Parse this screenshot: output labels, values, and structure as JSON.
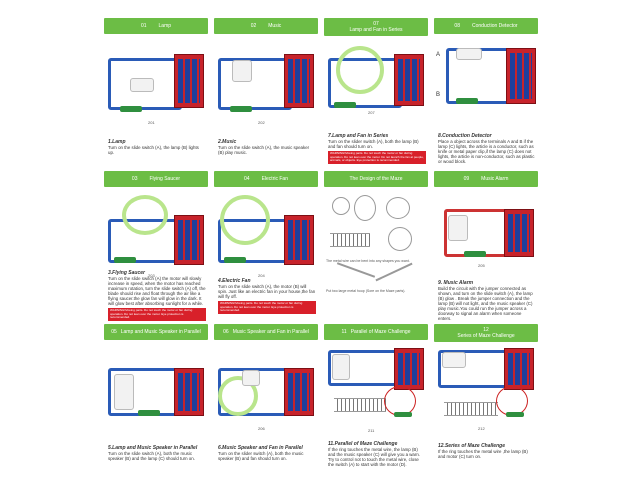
{
  "cards": [
    {
      "header": [
        "01",
        "Lamp"
      ],
      "fig": "201",
      "title": "1.Lamp",
      "text": "Turn on the slide switch (A), the lamp (B) lights up."
    },
    {
      "header": [
        "02",
        "Music"
      ],
      "fig": "202",
      "title": "2.Music",
      "text": "Turn on the slide switch (A), the music speaker (B) play music."
    },
    {
      "header": [
        "07",
        "Lamp and Fan in Series"
      ],
      "fig": "207",
      "title": "7.Lamp and Fan in Series",
      "text": "Turn on the slider switch (A), both the lamp (B) and fan should turn on.",
      "warn": "WARNING!Moving parts. Do not touch the motor or fan during operation. Do not lean over the motor. Do not launch the fan at people, animals, or objects. Eye protection is recommended."
    },
    {
      "header": [
        "08",
        "Conduction Detector"
      ],
      "fig": "",
      "title": "8.Conduction Detector",
      "text": "Place a object across the terminals A and B if the lamp (C) lights, the article is a conductor, such as knife or metal paper clip,if the lamp (C) does not lights, the article is non-conductor, such as plastic or wood block.",
      "labels": [
        "A",
        "B"
      ]
    },
    {
      "header": [
        "03",
        "Flying Saucer"
      ],
      "fig": "203",
      "title": "3.Flying Saucer",
      "text": "Turn on the slide switch (A) the motor will slowly increase in speed, when the motor has reached maximum rotation, turn the slide switch (A) off, the blade should rise and float through the air like a flying saucer.the glow fan will glow in the dark. It will glow best after absorbing sunlight for a while.",
      "warn": "WARNING!Moving parts. Do not touch the motor or fan during operation. Do not lean over the motor. Eye protection is recommended."
    },
    {
      "header": [
        "04",
        "Electric Fan"
      ],
      "fig": "204",
      "title": "4.Electric Fan",
      "text": "Turn on the slide switch (A), the motor (B) will spin. Just like an electric fan in your house,the fan will fly off.",
      "warn": "WARNING!Moving parts. Do not touch the motor or fan during operation. Do not lean over the motor. Eye protection is recommended."
    },
    {
      "header": [
        "",
        "The Design of the Maze"
      ],
      "fig": "",
      "title": "",
      "text": "The metal wire can be bent into any shapes you want.",
      "text2": "Put two large metal hoop (Sore on the Maze parts)."
    },
    {
      "header": [
        "09",
        "Music Alarm"
      ],
      "fig": "205",
      "title": "9. Music Alarm",
      "text": "Build the circuit with the jumper connected as shown, and turn on the slide switch (A), the lamp (B) glow . Break the jumper connection and the lamp (B) will not light, and the music speaker (C) play music.You could run the jumper across a doorway to signal an alarm when someone enters."
    },
    {
      "header": [
        "05",
        "Lamp and Music Speaker in Parallel"
      ],
      "fig": "",
      "title": "5.Lamp and Music Speaker in Parallel",
      "text": "Turn on the slide switch (A), both the music speaker (B) and the lamp (C) should turn on."
    },
    {
      "header": [
        "06",
        "Music Speaker and Fan in Parallel"
      ],
      "fig": "206",
      "title": "6.Music Speaker and Fan in Parallel",
      "text": "Turn on the slider switch (A), both the music speaker (B) and fan should turn on."
    },
    {
      "header": [
        "11",
        "Parallel of Maze Challenge"
      ],
      "fig": "211",
      "title": "11.Parallel of Maze Challenge",
      "text": "If the ring touches the metal wire, the lamp (B) and the music speaker (C) will give you a warn. Try to control not to touch the metal wire, close the switch (A) to start with the motor (D)."
    },
    {
      "header": [
        "12",
        "Series of Maze Challenge"
      ],
      "fig": "212",
      "title": "12.Series of Maze Challenge",
      "text": "If the ring touches the metal wire ,the lamp (B) and motor (C) turn on."
    }
  ]
}
